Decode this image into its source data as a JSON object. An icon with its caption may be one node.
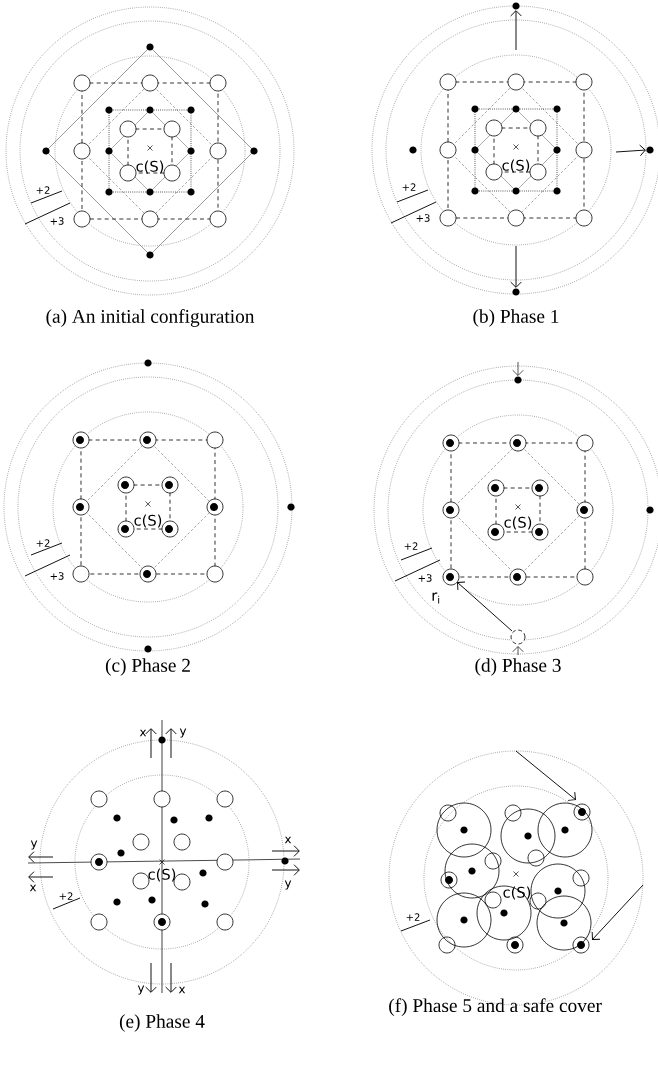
{
  "diagram": {
    "labels": [
      "c(S)",
      "+2",
      "+3",
      "(a) An initial configuration",
      "c(S)",
      "+2",
      "+3",
      "(b) Phase 1",
      "c(S)",
      "+2",
      "+3",
      "(c) Phase 2",
      "c(S)",
      "+2",
      "+3",
      "r$_{i}$",
      "(d) Phase 3",
      "x",
      "y",
      "y",
      "x",
      "x",
      "y",
      "+2",
      "c(S)",
      "y",
      "x",
      "(e) Phase 4",
      "c(S)",
      "+2",
      "(f) Phase 5 and a safe cover"
    ]
  }
}
